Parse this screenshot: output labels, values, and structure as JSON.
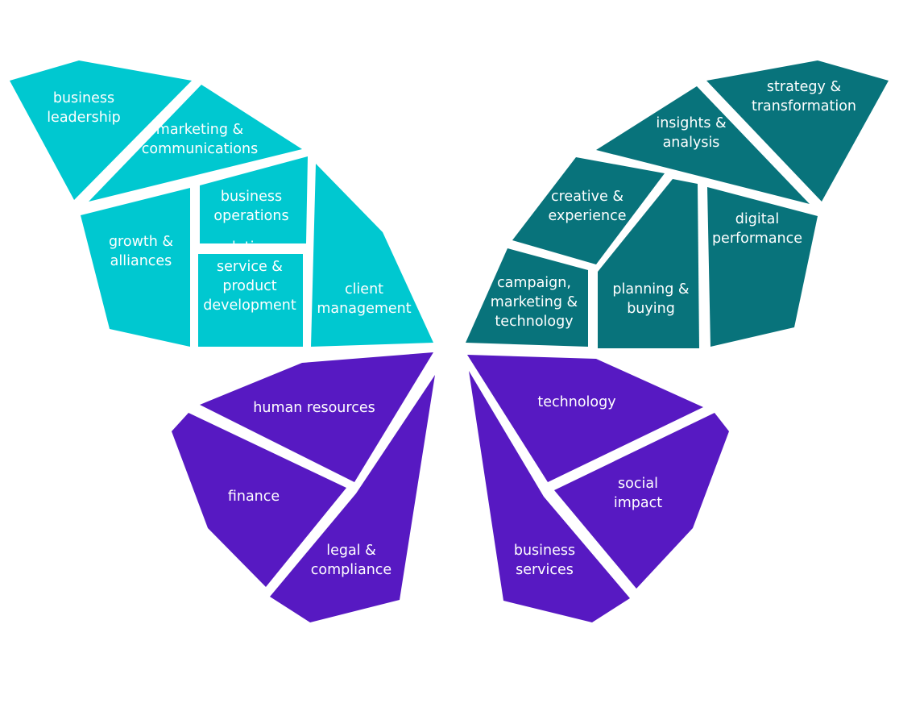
{
  "colors": {
    "top_left": "#00c8d0",
    "top_right": "#08737b",
    "bottom": "#5719c2",
    "label": "#ffffff"
  },
  "wings": {
    "top_left": [
      {
        "id": "business-leadership",
        "lines": [
          "business",
          "leadership"
        ]
      },
      {
        "id": "marketing-communications",
        "lines": [
          "marketing &",
          "communications"
        ]
      },
      {
        "id": "growth-alliances",
        "lines": [
          "growth &",
          "alliances"
        ]
      },
      {
        "id": "business-operations",
        "lines": [
          "business",
          "operations"
        ]
      },
      {
        "id": "solutions-service-product-development",
        "lines": [
          "solutions,",
          "service &",
          "product",
          "development"
        ]
      },
      {
        "id": "client-management",
        "lines": [
          "client",
          "management"
        ]
      }
    ],
    "top_right": [
      {
        "id": "strategy-transformation",
        "lines": [
          "strategy &",
          "transformation"
        ]
      },
      {
        "id": "insights-analysis",
        "lines": [
          "insights &",
          "analysis"
        ]
      },
      {
        "id": "creative-experience",
        "lines": [
          "creative &",
          "experience"
        ]
      },
      {
        "id": "digital-performance",
        "lines": [
          "digital",
          "performance"
        ]
      },
      {
        "id": "campaign-marketing-technology",
        "lines": [
          "campaign,",
          "marketing &",
          "technology"
        ]
      },
      {
        "id": "planning-buying",
        "lines": [
          "planning &",
          "buying"
        ]
      }
    ],
    "bottom_left": [
      {
        "id": "human-resources",
        "lines": [
          "human resources"
        ]
      },
      {
        "id": "finance",
        "lines": [
          "finance"
        ]
      },
      {
        "id": "legal-compliance",
        "lines": [
          "legal &",
          "compliance"
        ]
      }
    ],
    "bottom_right": [
      {
        "id": "technology",
        "lines": [
          "technology"
        ]
      },
      {
        "id": "social-impact",
        "lines": [
          "social",
          "impact"
        ]
      },
      {
        "id": "business-services",
        "lines": [
          "business",
          "services"
        ]
      }
    ]
  }
}
